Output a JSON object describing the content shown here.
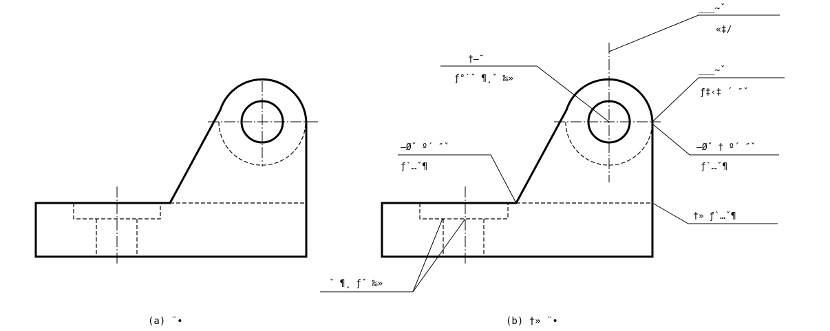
{
  "captions": {
    "a": "(a)  ¨•",
    "b": "(b) †» ¨•"
  },
  "labels": {
    "top_right_upper": "___~ˇ",
    "top_right_lower": "«‡/",
    "top_left_upper": "†—˜",
    "top_left_lower": "ƒ°˙ˇ ¶¸ˇ ‰»",
    "right_mid_upper": "___~ˇ",
    "right_mid_lower": "ƒ‡‹‡ ´ ″ˇ",
    "left_mid_upper": "—Øˇ º´ ″ˇ",
    "left_mid_lower": "ƒ`…ˇ¶",
    "right_low_upper": "—Øˇ † º´ ″ˇ",
    "right_low_lower": "ƒ`…ˇ¶",
    "right_bottom": "†» ƒ`…ˇ¶",
    "bottom_left": "ˇ ¶¸ ƒˇ ‰»"
  }
}
